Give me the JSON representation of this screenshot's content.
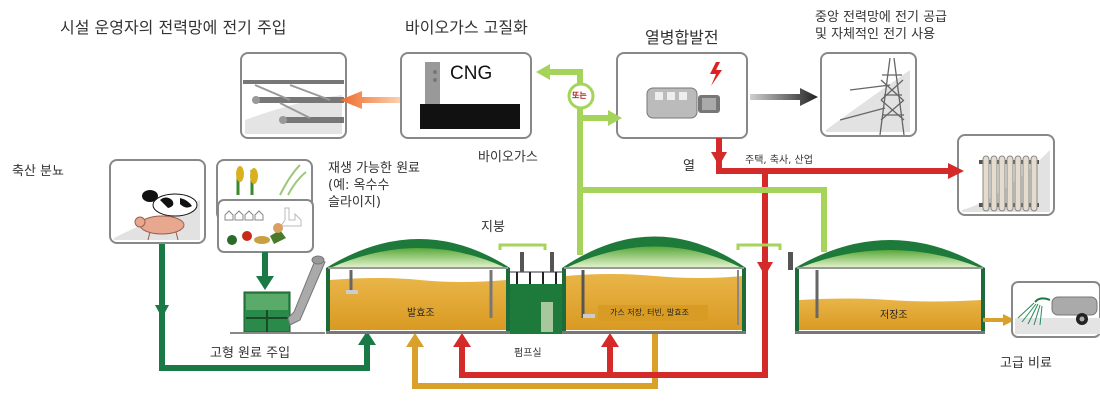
{
  "title": "바이오가스 플랜트 공정도",
  "labels": {
    "grid_injection": "시설 운영자의 전력망에 전기 주입",
    "biogas_upgrading": "바이오가스 고질화",
    "chp": "열병합발전",
    "power_supply_line1": "중앙 전력망에 전기 공급",
    "power_supply_line2": "및 자체적인 전기 사용",
    "cng": "CNG",
    "or": "또는",
    "biogas": "바이오가스",
    "heat": "열",
    "heat_users": "주택, 축사, 산업",
    "livestock_manure": "축산 분뇨",
    "renewable_line1": "재생 가능한 원료",
    "renewable_line2": "(예: 옥수수",
    "renewable_line3": "슬라이지)",
    "roof": "지붕",
    "fermenter": "발효조",
    "pump_room": "펌프실",
    "post_fermenter": "가스 저장, 터빈, 발효조",
    "storage_tank": "저장조",
    "solid_feed": "고형 원료 주입",
    "fertilizer": "고급 비료"
  },
  "colors": {
    "biogas_pipe": "#a6d45a",
    "heat_pipe": "#d42a2a",
    "feed_pipe": "#1a7a45",
    "digestate_pipe": "#d9a02a",
    "upgrade_arrow": "#f07a3a",
    "power_arrow": "#333333",
    "roof_dark": "#1d7a3a",
    "roof_light": "#c6e59a",
    "slurry": "#e0a93a",
    "box_border": "#8a8a8a"
  }
}
